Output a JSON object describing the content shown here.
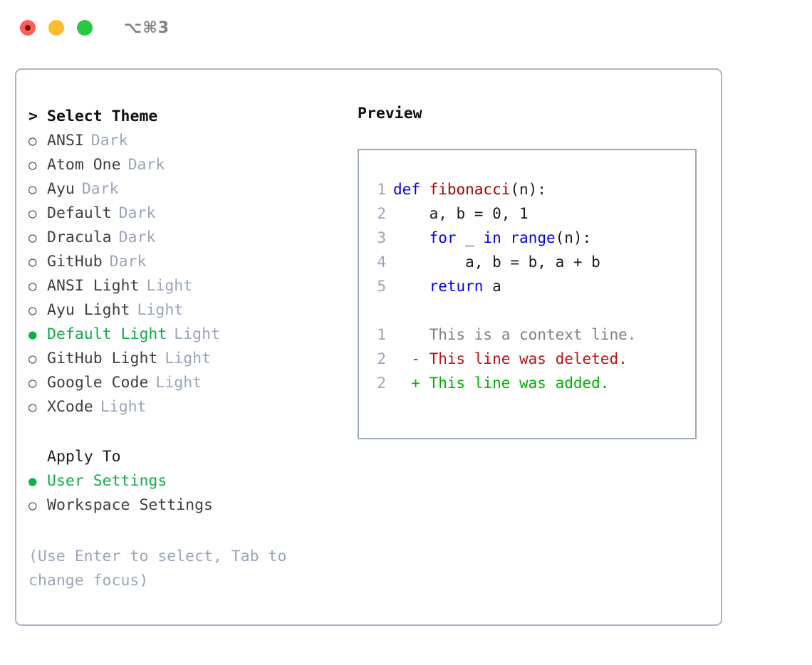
{
  "titlebar": {
    "shortcut": "⌥⌘3",
    "buttons": [
      {
        "name": "close",
        "color": "#ff5f57"
      },
      {
        "name": "minimize",
        "color": "#febc2e"
      },
      {
        "name": "maximize",
        "color": "#28c840"
      }
    ]
  },
  "theme_picker": {
    "prompt_marker": ">",
    "title": "Select Theme",
    "selected_marker": "●",
    "unselected_marker": "○",
    "items": [
      {
        "marker": "○",
        "label": "ANSI",
        "tag": "Dark",
        "selected": false
      },
      {
        "marker": "○",
        "label": "Atom One",
        "tag": "Dark",
        "selected": false
      },
      {
        "marker": "○",
        "label": "Ayu",
        "tag": "Dark",
        "selected": false
      },
      {
        "marker": "○",
        "label": "Default",
        "tag": "Dark",
        "selected": false
      },
      {
        "marker": "○",
        "label": "Dracula",
        "tag": "Dark",
        "selected": false
      },
      {
        "marker": "○",
        "label": "GitHub",
        "tag": "Dark",
        "selected": false
      },
      {
        "marker": "○",
        "label": "ANSI Light",
        "tag": "Light",
        "selected": false
      },
      {
        "marker": "○",
        "label": "Ayu Light",
        "tag": "Light",
        "selected": false
      },
      {
        "marker": "●",
        "label": "Default Light",
        "tag": "Light",
        "selected": true
      },
      {
        "marker": "○",
        "label": "GitHub Light",
        "tag": "Light",
        "selected": false
      },
      {
        "marker": "○",
        "label": "Google Code",
        "tag": "Light",
        "selected": false
      },
      {
        "marker": "○",
        "label": "XCode",
        "tag": "Light",
        "selected": false
      }
    ]
  },
  "apply_to": {
    "header": "Apply To",
    "options": [
      {
        "marker": "●",
        "label": "User Settings",
        "selected": true
      },
      {
        "marker": "○",
        "label": "Workspace Settings",
        "selected": false
      }
    ]
  },
  "hint": {
    "line1": "(Use Enter to select, Tab to",
    "line2": "change focus)"
  },
  "preview": {
    "title": "Preview",
    "code": [
      {
        "lineno": "1",
        "tokens": [
          {
            "text": "def ",
            "type": "kw"
          },
          {
            "text": "fibonacci",
            "type": "fn"
          },
          {
            "text": "(n):",
            "type": "plain"
          }
        ]
      },
      {
        "lineno": "2",
        "tokens": [
          {
            "text": "    a, b = 0, 1",
            "type": "plain"
          }
        ]
      },
      {
        "lineno": "3",
        "tokens": [
          {
            "text": "    ",
            "type": "plain"
          },
          {
            "text": "for",
            "type": "kw"
          },
          {
            "text": " _ ",
            "type": "plain"
          },
          {
            "text": "in",
            "type": "kw"
          },
          {
            "text": " ",
            "type": "plain"
          },
          {
            "text": "range",
            "type": "kw"
          },
          {
            "text": "(n):",
            "type": "plain"
          }
        ]
      },
      {
        "lineno": "4",
        "tokens": [
          {
            "text": "        a, b = b, a + b",
            "type": "plain"
          }
        ]
      },
      {
        "lineno": "5",
        "tokens": [
          {
            "text": "    ",
            "type": "plain"
          },
          {
            "text": "return",
            "type": "kw"
          },
          {
            "text": " a",
            "type": "plain"
          }
        ]
      }
    ],
    "diff": [
      {
        "lineno": "1",
        "sign": " ",
        "text": "This is a context line.",
        "kind": "context"
      },
      {
        "lineno": "2",
        "sign": "-",
        "text": "This line was deleted.",
        "kind": "del"
      },
      {
        "lineno": "2",
        "sign": "+",
        "text": "This line was added.",
        "kind": "add"
      }
    ]
  },
  "colors": {
    "accent_green": "#0fae48",
    "tag_gray": "#9aa5b8",
    "border": "#aab4c4",
    "preview_border": "#9ba7bd",
    "keyword_blue": "#0000ee",
    "function_red": "#a80000",
    "diff_delete": "#b81414",
    "diff_add": "#00b200"
  }
}
